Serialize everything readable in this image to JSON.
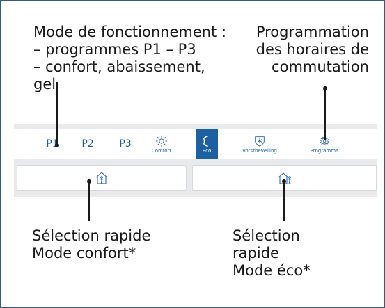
{
  "annotations": {
    "operating_mode": "Mode de fonctionnement :\n– programmes P1 – P3\n– confort, abaissement,\ngel",
    "scheduling": "Programmation\ndes horaires de\ncommutation",
    "quick_comfort": "Sélection rapide\nMode confort*",
    "quick_eco": "Sélection\nrapide\nMode éco*"
  },
  "modebar": {
    "p1": "P1",
    "p2": "P2",
    "p3": "P3",
    "comfort": "Comfort",
    "eco": "Eco",
    "frost": "Vorstbeveiling",
    "program": "Programma"
  },
  "icons": {
    "comfort": "sun-icon",
    "eco": "moon-icon",
    "frost": "snowflake-shield-icon",
    "program": "gear-icon",
    "quick_comfort": "house-person-icon",
    "quick_eco": "house-person-outside-icon"
  },
  "colors": {
    "frame": "#2f5f7e",
    "accent": "#1f5ea8",
    "active_bg": "#1d5fa3",
    "strip": "#e9eaec"
  }
}
